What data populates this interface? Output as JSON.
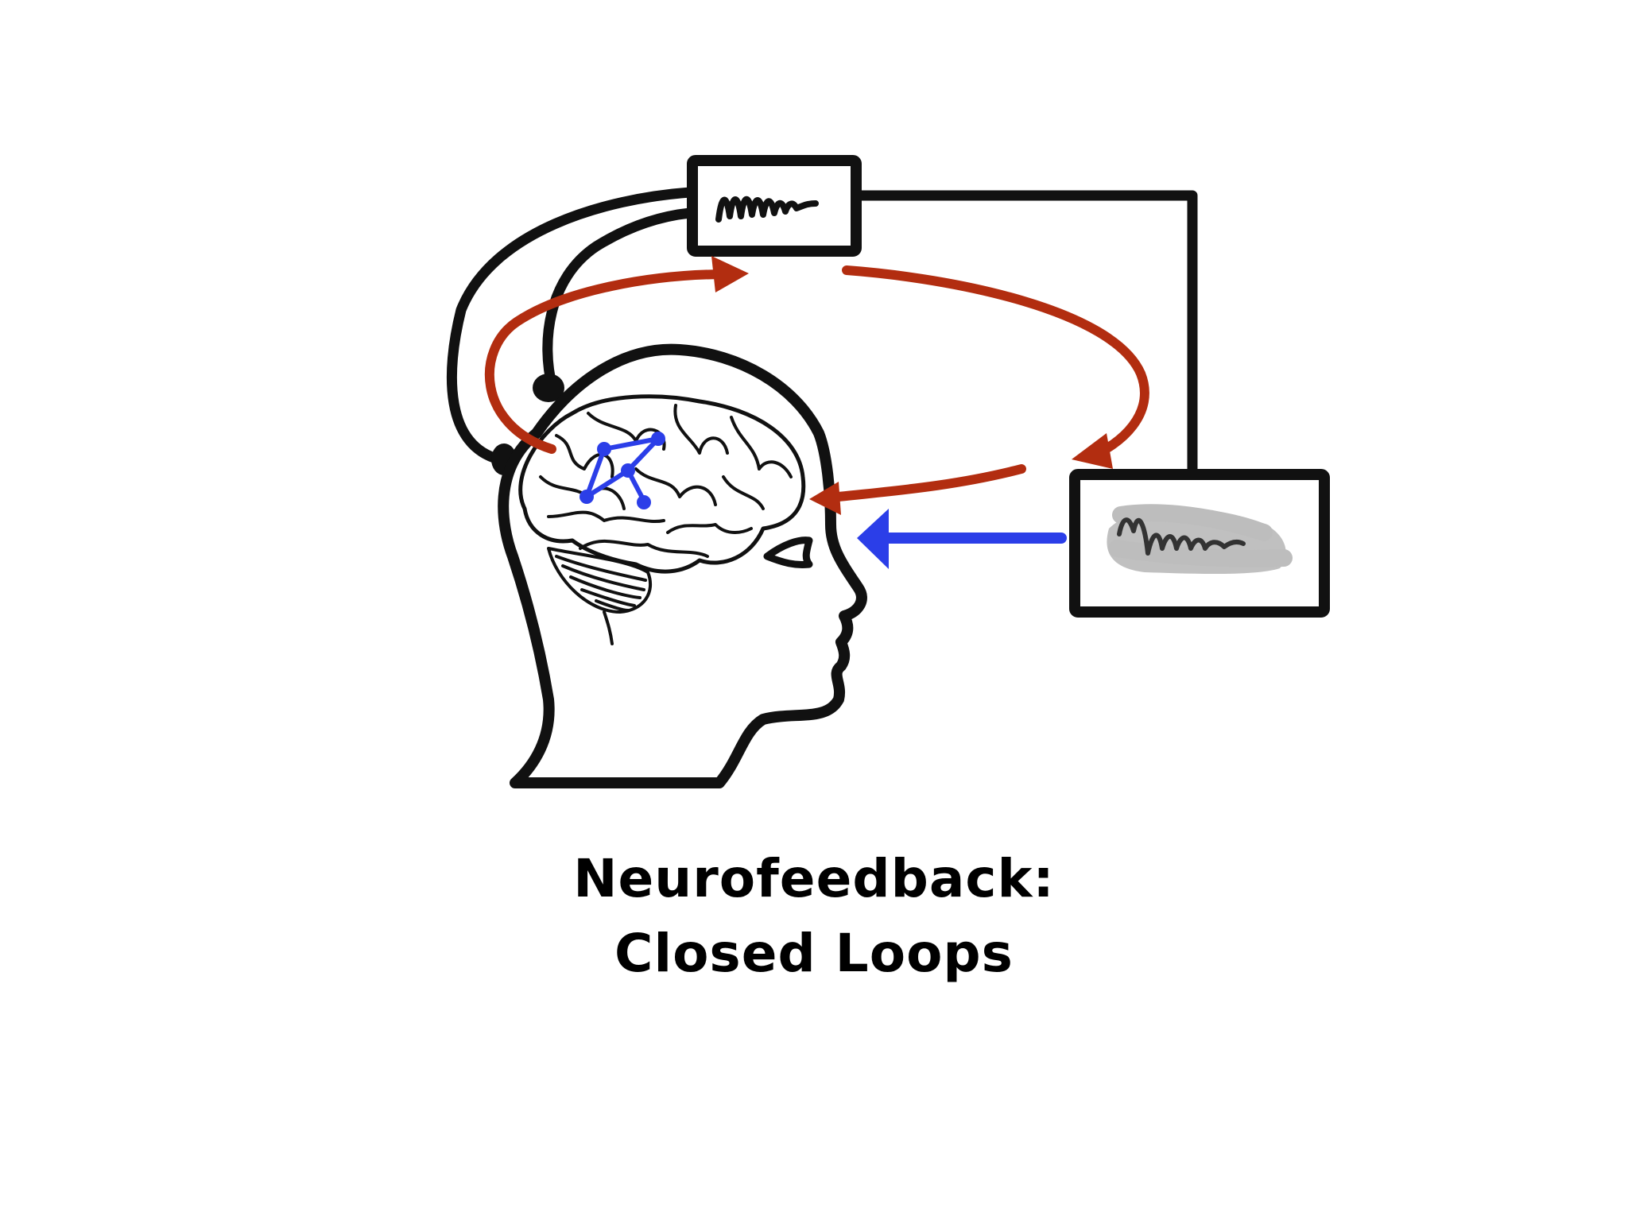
{
  "caption": {
    "line1": "Neurofeedback:",
    "line2": "Closed Loops"
  },
  "colors": {
    "outline": "#111111",
    "feedback_loop": "#b22d10",
    "visual_feedback": "#2b3ee8",
    "brain_network": "#2b3ee8",
    "display_scribble_bg": "#bdbdbd"
  },
  "icons": {
    "head": "human-head-profile",
    "brain": "brain",
    "amplifier": "signal-amplifier-box",
    "monitor": "feedback-display-box",
    "electrode": "scalp-electrode"
  }
}
